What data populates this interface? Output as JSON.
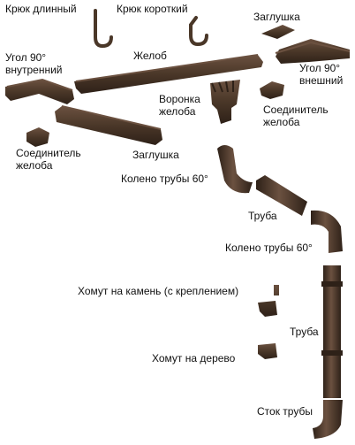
{
  "diagram": {
    "product_color": "#4a3728",
    "highlight_color": "#6b5140",
    "labels": {
      "hook_long": "Крюк длинный",
      "hook_short": "Крюк короткий",
      "end_cap_top": "Заглушка",
      "angle_inner": "Угол 90°\nвнутренний",
      "gutter": "Желоб",
      "angle_outer": "Угол 90°\nвнешний",
      "funnel": "Воронка\nжелоба",
      "connector_right": "Соединитель\nжелоба",
      "connector_left": "Соединитель\nжелоба",
      "end_cap_bottom": "Заглушка",
      "elbow_top": "Колено трубы 60°",
      "pipe_short": "Труба",
      "elbow_bottom": "Колено трубы 60°",
      "clamp_stone": "Хомут на камень (с креплением)",
      "pipe_long": "Труба",
      "clamp_wood": "Хомут на дерево",
      "outlet": "Сток трубы"
    }
  }
}
